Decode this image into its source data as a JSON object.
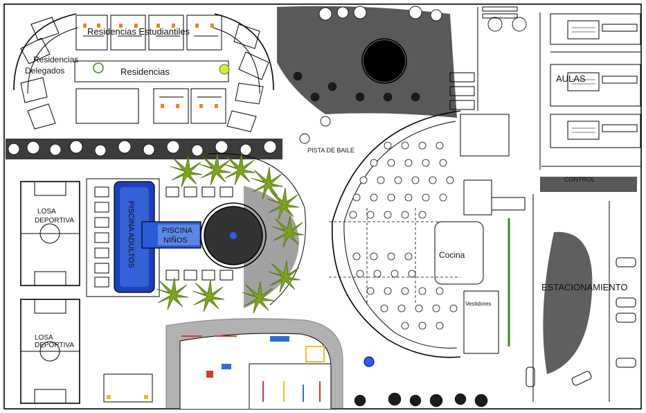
{
  "labels": {
    "residencias_estudiantiles": "Residencias Estudiantiles",
    "residencias_left": "Residencias",
    "residencias_left_2": "Delegados",
    "residencias_center": "Residencias",
    "aulas": "AULAS",
    "pista_de_baile": "PISTA DE BAILE",
    "losa_deportiva_1_line1": "LOSA",
    "losa_deportiva_1_line2": "DEPORTIVA",
    "losa_deportiva_2_line1": "LOSA",
    "losa_deportiva_2_line2": "DEPORTIVA",
    "piscina_adultos": "PISCINA ADULTOS",
    "piscina_ninos_line1": "PISCINA",
    "piscina_ninos_line2": "NIÑOS",
    "cocina": "Cocina",
    "vestidores": "Vestidores",
    "estacionamiento": "ESTACIONAMIENTO",
    "control": "CONTROL"
  },
  "colors": {
    "pool": "#1a3fbf",
    "pool_light": "#4c7bea",
    "palm": "#7ea51a",
    "palm_dark": "#4f6e0c",
    "fountain": "#2b5cff",
    "play_red": "#d43a2a",
    "play_yellow": "#e6c21f",
    "play_blue": "#2f6be0"
  }
}
